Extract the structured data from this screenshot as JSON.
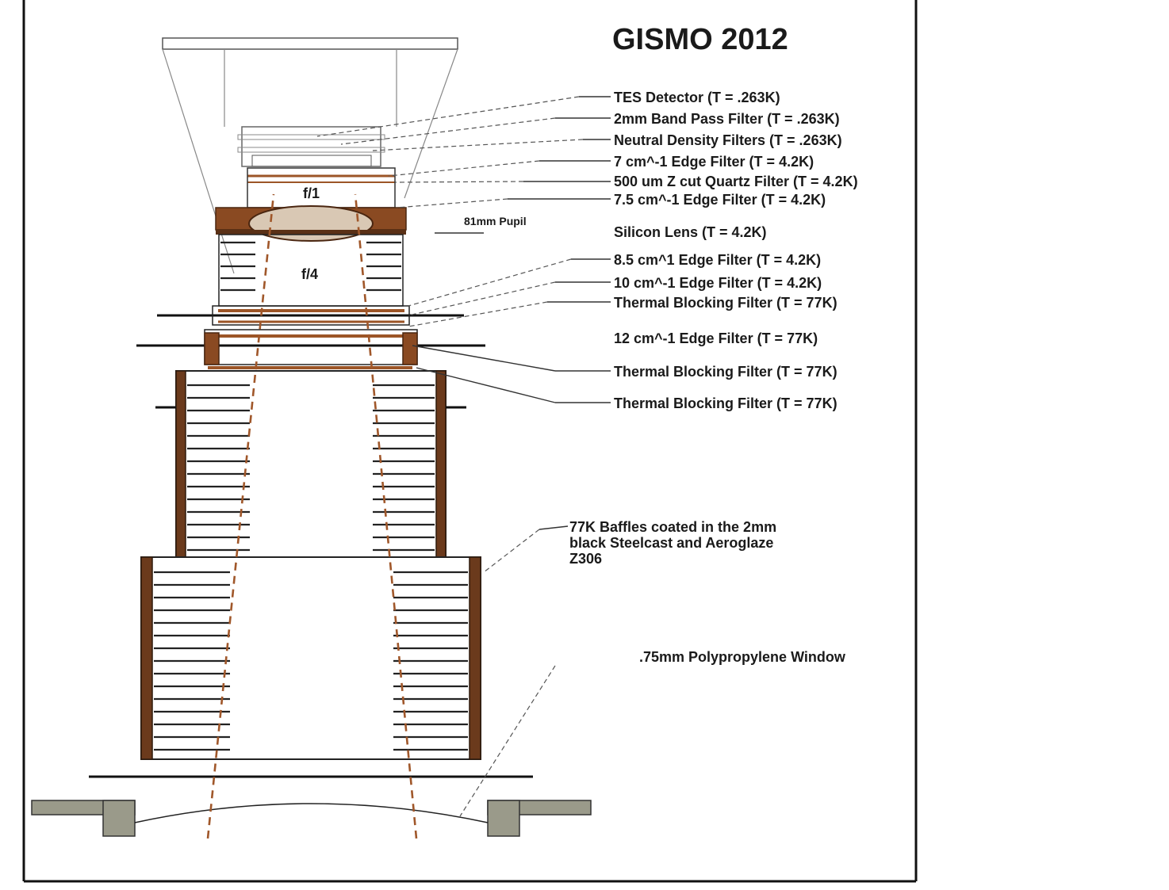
{
  "diagram": {
    "title": "GISMO 2012",
    "callouts": [
      {
        "id": "tes",
        "text": "TES Detector (T = .263K)"
      },
      {
        "id": "bandpass",
        "text": "2mm Band Pass Filter (T = .263K)"
      },
      {
        "id": "nd",
        "text": "Neutral Density Filters (T = .263K)"
      },
      {
        "id": "edge7",
        "text": "7 cm^-1 Edge Filter (T = 4.2K)"
      },
      {
        "id": "quartz",
        "text": "500 um Z cut Quartz Filter (T = 4.2K)"
      },
      {
        "id": "edge75",
        "text": "7.5 cm^-1 Edge Filter (T = 4.2K)"
      },
      {
        "id": "lens",
        "text": "Silicon Lens (T = 4.2K)"
      },
      {
        "id": "edge85",
        "text": "8.5 cm^1 Edge Filter (T = 4.2K)"
      },
      {
        "id": "edge10",
        "text": "10 cm^-1 Edge Filter (T = 4.2K)"
      },
      {
        "id": "thermal1",
        "text": "Thermal Blocking Filter (T = 77K)"
      },
      {
        "id": "edge12",
        "text": "12 cm^-1 Edge Filter (T = 77K)"
      },
      {
        "id": "thermal2",
        "text": "Thermal Blocking Filter (T = 77K)"
      },
      {
        "id": "thermal3",
        "text": "Thermal Blocking Filter (T = 77K)"
      }
    ],
    "inner_labels": {
      "f1": "f/1",
      "f4": "f/4",
      "pupil": "81mm Pupil"
    },
    "baffles_lines": [
      "77K Baffles coated in the 2mm",
      "black Steelcast and Aeroglaze",
      "Z306"
    ],
    "window_label": ".75mm Polypropylene Window"
  }
}
